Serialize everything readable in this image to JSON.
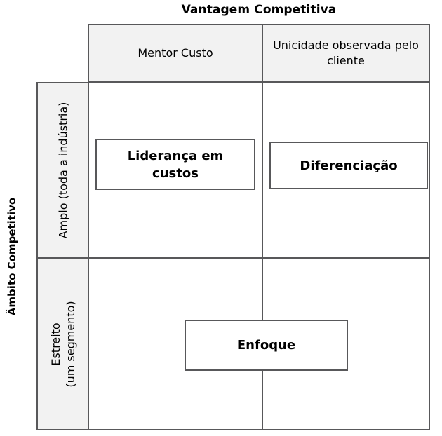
{
  "titles": {
    "top": "Vantagem Competitiva",
    "left": "Âmbito Competitivo"
  },
  "columns": [
    {
      "id": "menor-custo",
      "label": "Mentor Custo"
    },
    {
      "id": "unicidade",
      "label": "Unicidade observada pelo cliente"
    }
  ],
  "rows": [
    {
      "id": "amplo",
      "label": "Amplo (toda a indústria)"
    },
    {
      "id": "estreito",
      "label": "Estreito\n(um segmento)"
    }
  ],
  "strategies": [
    {
      "id": "lideranca-em-custos",
      "label": "Liderança em custos"
    },
    {
      "id": "diferenciacao",
      "label": "Diferenciação"
    },
    {
      "id": "enfoque",
      "label": "Enfoque"
    }
  ],
  "colors": {
    "border": "#58585a",
    "header_fill": "#f2f2f2",
    "cell_fill": "#ffffff",
    "text": "#000000"
  }
}
